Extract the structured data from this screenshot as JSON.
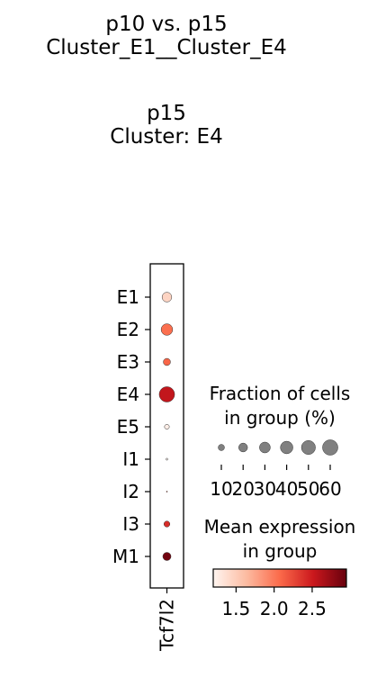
{
  "chart_data": {
    "type": "dotplot",
    "title_lines": [
      "p10 vs. p15",
      "Cluster_E1__Cluster_E4"
    ],
    "subtitle_lines": [
      "p15",
      "Cluster: E4"
    ],
    "genes": [
      "Tcf7l2"
    ],
    "groups": [
      "E1",
      "E2",
      "E3",
      "E4",
      "E5",
      "I1",
      "I2",
      "I3",
      "M1"
    ],
    "fraction_pct": [
      24,
      34,
      13,
      60,
      6,
      1,
      0.3,
      9,
      17
    ],
    "mean_expression": [
      1.45,
      2.05,
      2.1,
      2.55,
      1.25,
      1.2,
      2.1,
      2.4,
      2.9
    ],
    "color_scale": {
      "name": "Reds",
      "range": [
        1.2,
        2.95
      ],
      "ticks": [
        1.5,
        2.0,
        2.5
      ],
      "tick_labels": [
        "1.5",
        "2.0",
        "2.5"
      ]
    },
    "size_legend": {
      "title_lines": [
        "Fraction of cells",
        "in group (%)"
      ],
      "values": [
        10,
        20,
        30,
        40,
        50,
        60
      ],
      "labels": [
        "10",
        "20",
        "30",
        "40",
        "50",
        "60"
      ]
    },
    "color_legend": {
      "title_lines": [
        "Mean expression",
        "in group"
      ]
    }
  }
}
